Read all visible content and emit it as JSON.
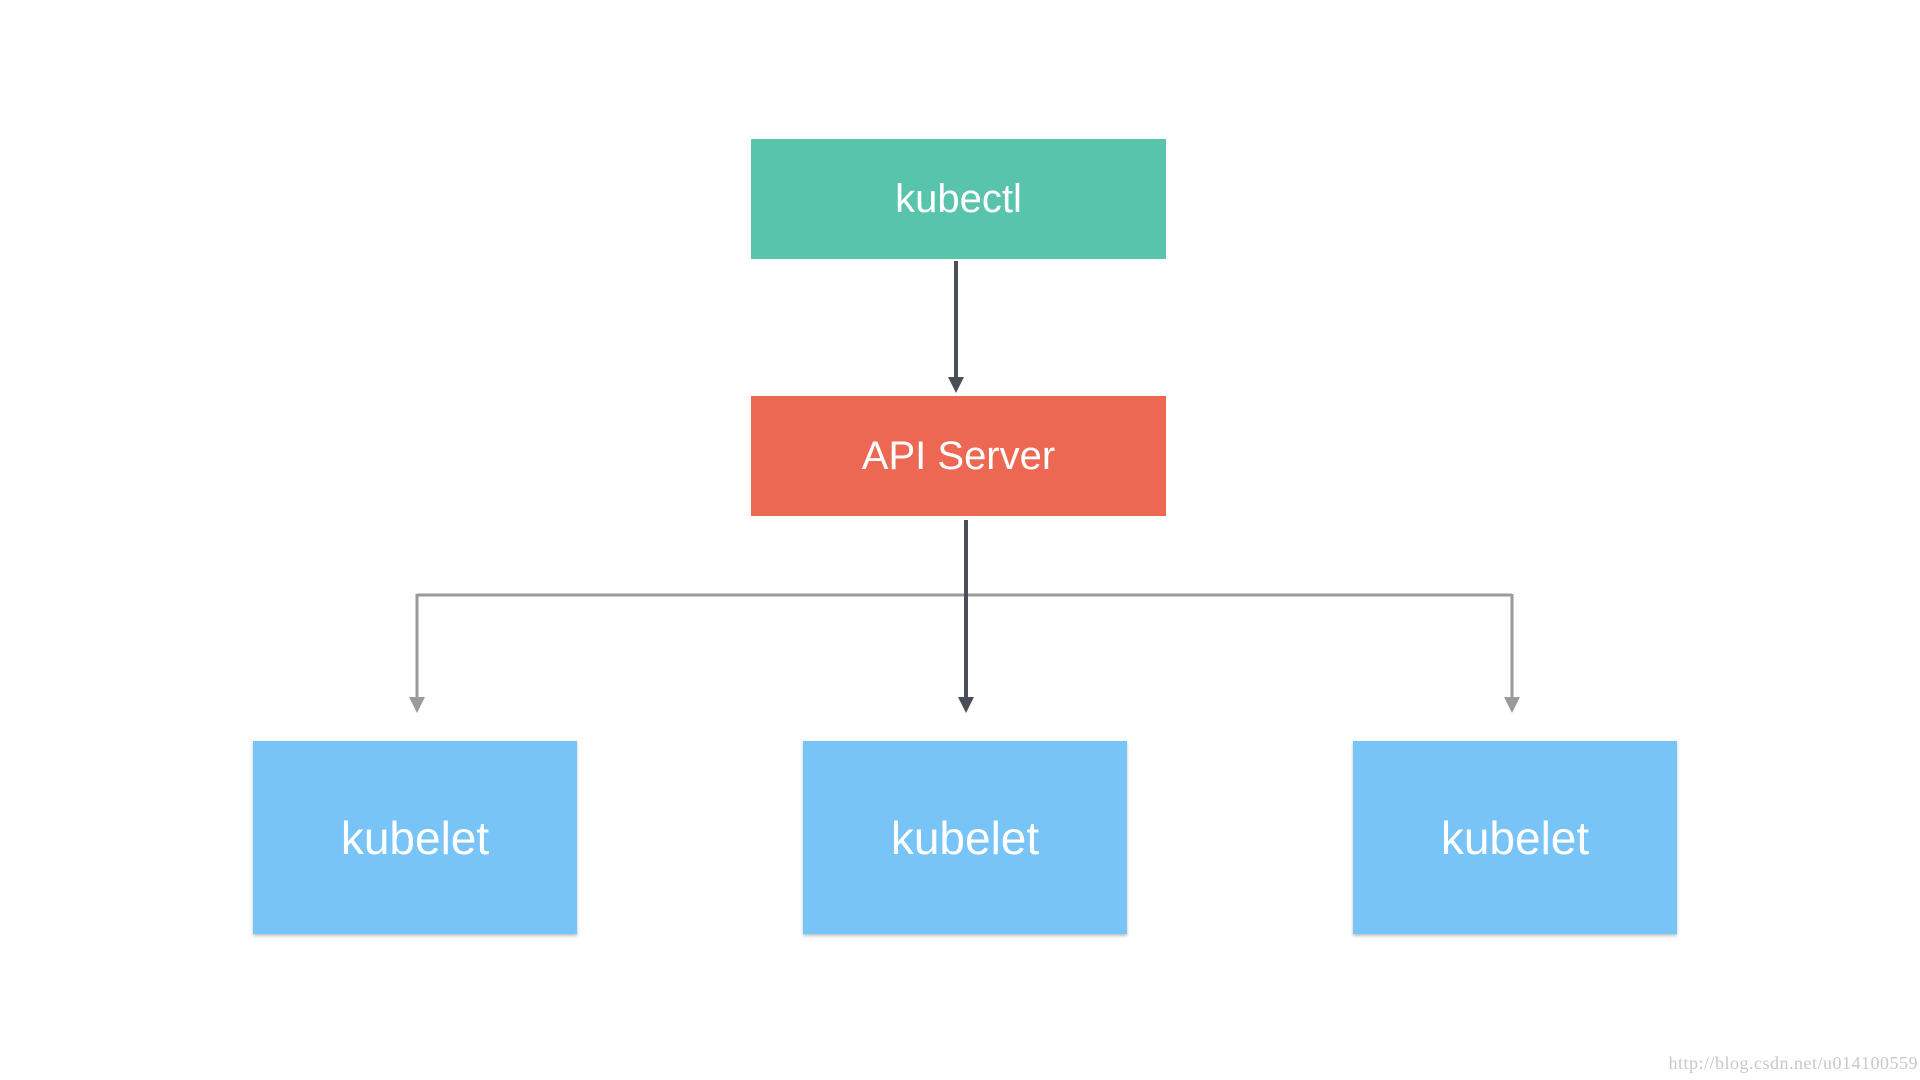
{
  "nodes": {
    "kubectl": {
      "label": "kubectl",
      "color": "#58c4ac"
    },
    "api_server": {
      "label": "API Server",
      "color": "#ec6852"
    },
    "kubelets": [
      {
        "label": "kubelet",
        "color": "#78c4f7"
      },
      {
        "label": "kubelet",
        "color": "#78c4f7"
      },
      {
        "label": "kubelet",
        "color": "#78c4f7"
      }
    ]
  },
  "edges": [
    {
      "from": "kubectl",
      "to": "api_server",
      "color": "#4a4f57"
    },
    {
      "from": "api_server",
      "to": "kubelet-1",
      "color": "#9a9a9a"
    },
    {
      "from": "api_server",
      "to": "kubelet-2",
      "color": "#4a4f57"
    },
    {
      "from": "api_server",
      "to": "kubelet-3",
      "color": "#9a9a9a"
    }
  ],
  "watermark": "http://blog.csdn.net/u014100559"
}
